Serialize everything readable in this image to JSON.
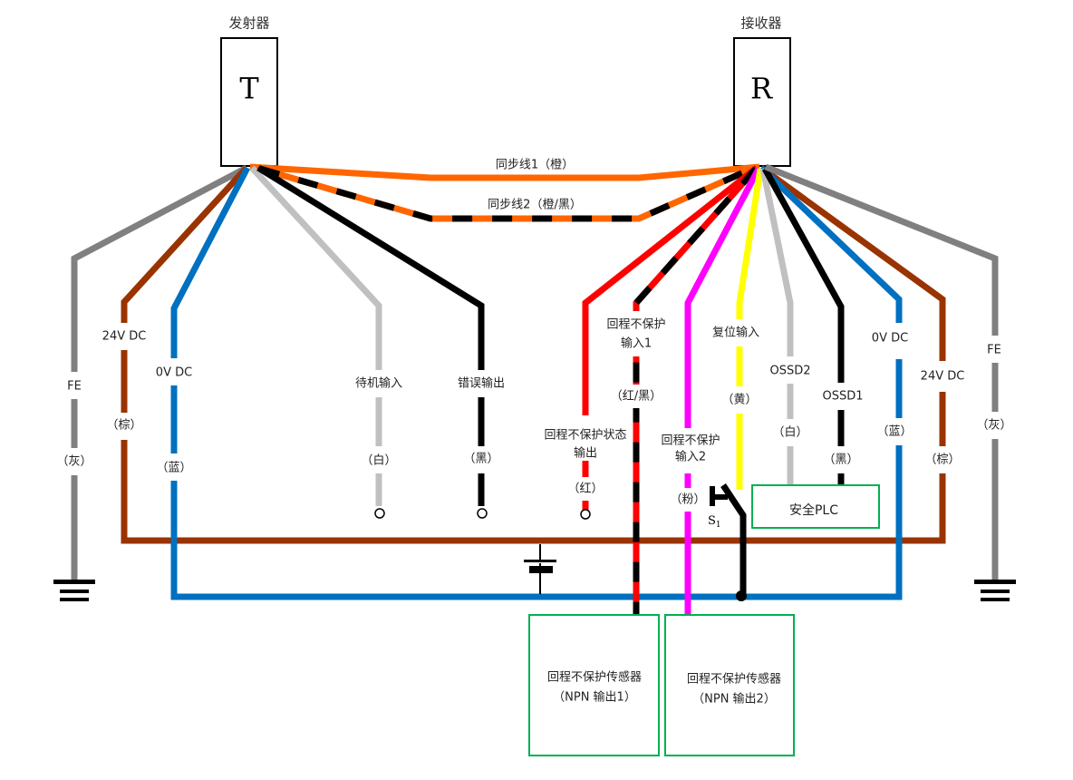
{
  "emitter": {
    "title": "发射器",
    "letter": "T"
  },
  "receiver": {
    "title": "接收器",
    "letter": "R"
  },
  "sync": {
    "line1": "同步线1（橙）",
    "line2": "同步线2（橙/黑）"
  },
  "colors": {
    "gray": "#808080",
    "brown": "#993300",
    "blue": "#0070C0",
    "white_wire": "#C0C0C0",
    "black": "#000000",
    "orange": "#FF6600",
    "red": "#FF0000",
    "pink": "#FF00FF",
    "yellow": "#FFFF00",
    "green_box": "#00B050"
  },
  "emitter_wires": [
    {
      "name": "FE",
      "color": "（灰）"
    },
    {
      "name": "24V DC",
      "color": "（棕）"
    },
    {
      "name": "0V DC",
      "color": "（蓝）"
    },
    {
      "name": "待机输入",
      "color": "（白）"
    },
    {
      "name": "错误输出",
      "color": "（黑）"
    }
  ],
  "receiver_wires": [
    {
      "name_line1": "回程不保护状态",
      "name_line2": "输出",
      "color": "（红）"
    },
    {
      "name_line1": "回程不保护",
      "name_line2": "输入1",
      "color": "（红/黑）"
    },
    {
      "name_line1": "回程不保护",
      "name_line2": "输入2",
      "color": "（粉）"
    },
    {
      "name": "复位输入",
      "color": "（黄）"
    },
    {
      "name": "OSSD2",
      "color": "（白）"
    },
    {
      "name": "OSSD1",
      "color": "（黑）"
    },
    {
      "name": "0V DC",
      "color": "（蓝）"
    },
    {
      "name": "24V DC",
      "color": "（棕）"
    },
    {
      "name": "FE",
      "color": "（灰）"
    }
  ],
  "switch_label": "S",
  "switch_sub": "1",
  "plc": {
    "label": "安全PLC"
  },
  "sensors": [
    {
      "line1": "回程不保护传感器",
      "line2": "（NPN 输出1）"
    },
    {
      "line1": "回程不保护传感器",
      "line2": "（NPN 输出2）"
    }
  ]
}
